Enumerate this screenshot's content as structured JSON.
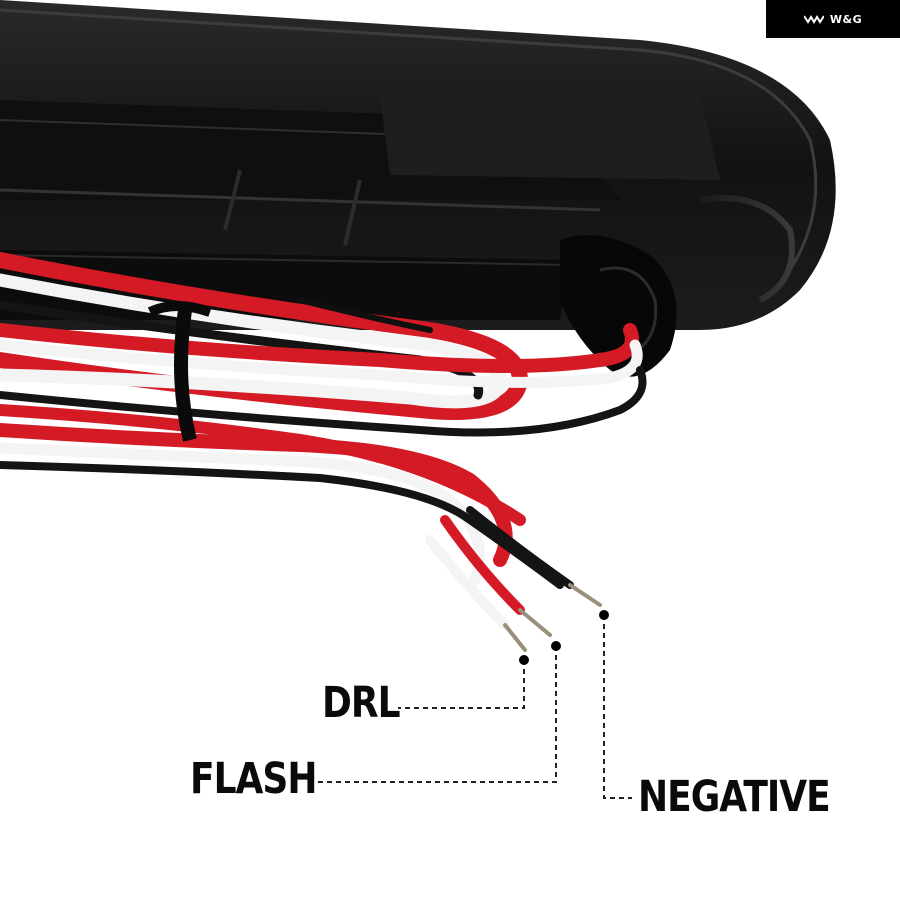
{
  "brand": {
    "name": "W&G"
  },
  "labels": {
    "drl": "DRL",
    "flash": "FLASH",
    "negative": "NEGATIVE"
  },
  "colors": {
    "housing": "#161616",
    "wire_red": "#d41a24",
    "wire_white": "#f4f4f4",
    "wire_black": "#141414",
    "leader_line": "#222222",
    "background": "#ffffff"
  }
}
